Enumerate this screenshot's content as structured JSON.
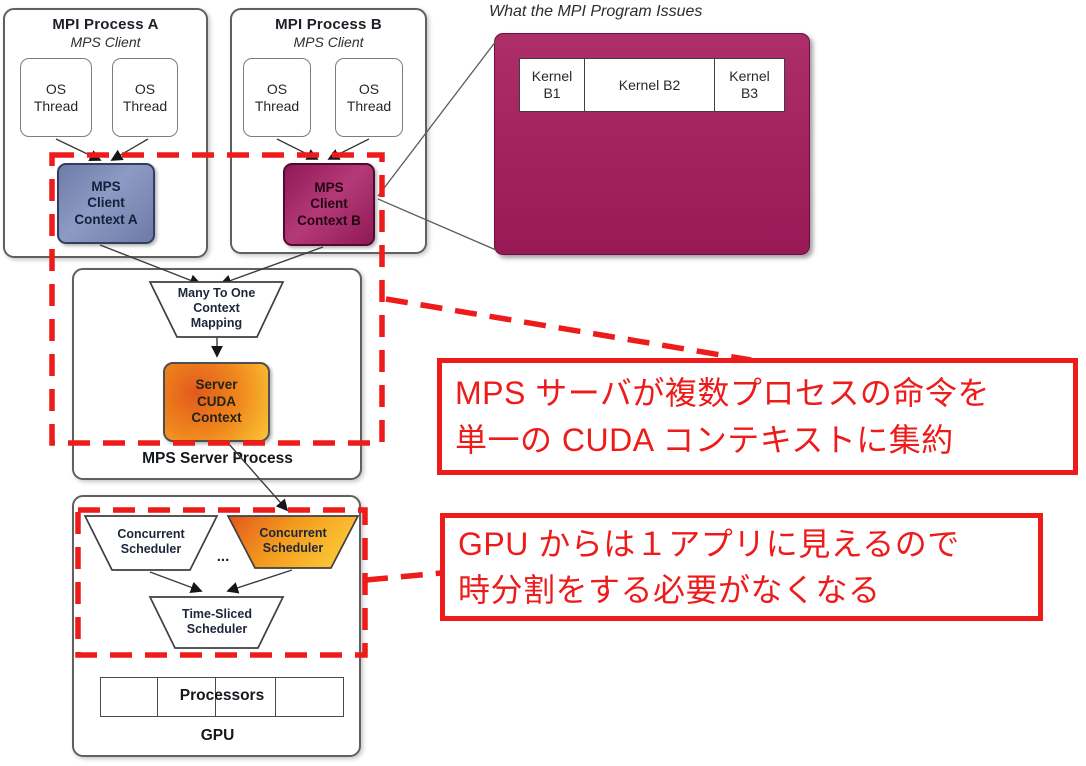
{
  "diagram": {
    "process_a": {
      "title": "MPI Process A",
      "subtitle": "MPS Client",
      "thread1": [
        "OS",
        "Thread"
      ],
      "thread2": [
        "OS",
        "Thread"
      ],
      "context": [
        "MPS",
        "Client",
        "Context A"
      ]
    },
    "process_b": {
      "title": "MPI Process B",
      "subtitle": "MPS Client",
      "thread1": [
        "OS",
        "Thread"
      ],
      "thread2": [
        "OS",
        "Thread"
      ],
      "context": [
        "MPS",
        "Client",
        "Context B"
      ]
    },
    "issues_label": "What the MPI Program Issues",
    "kernels": {
      "b1": [
        "Kernel",
        "B1"
      ],
      "b2": [
        "Kernel B2"
      ],
      "b3": [
        "Kernel",
        "B3"
      ]
    },
    "server": {
      "mapping": [
        "Many To One",
        "Context",
        "Mapping"
      ],
      "cuda": [
        "Server",
        "CUDA",
        "Context"
      ],
      "label": "MPS Server Process"
    },
    "gpu": {
      "sched_left": [
        "Concurrent",
        "Scheduler"
      ],
      "dots": "...",
      "sched_right": [
        "Concurrent",
        "Scheduler"
      ],
      "time_sliced": [
        "Time-Sliced",
        "Scheduler"
      ],
      "processors": "Processors",
      "label": "GPU"
    }
  },
  "callouts": {
    "callout1": [
      "MPS サーバが複数プロセスの命令を",
      "単一の CUDA コンテキストに集約"
    ],
    "callout2": [
      "GPU からは１アプリに見えるので",
      "時分割をする必要がなくなる"
    ]
  },
  "colors": {
    "highlight_red": "#ee1b1b",
    "context_a": "#7f8db9",
    "context_b": "#a12260",
    "magenta_box": "#9c1d59",
    "orange": "#f0931e"
  }
}
